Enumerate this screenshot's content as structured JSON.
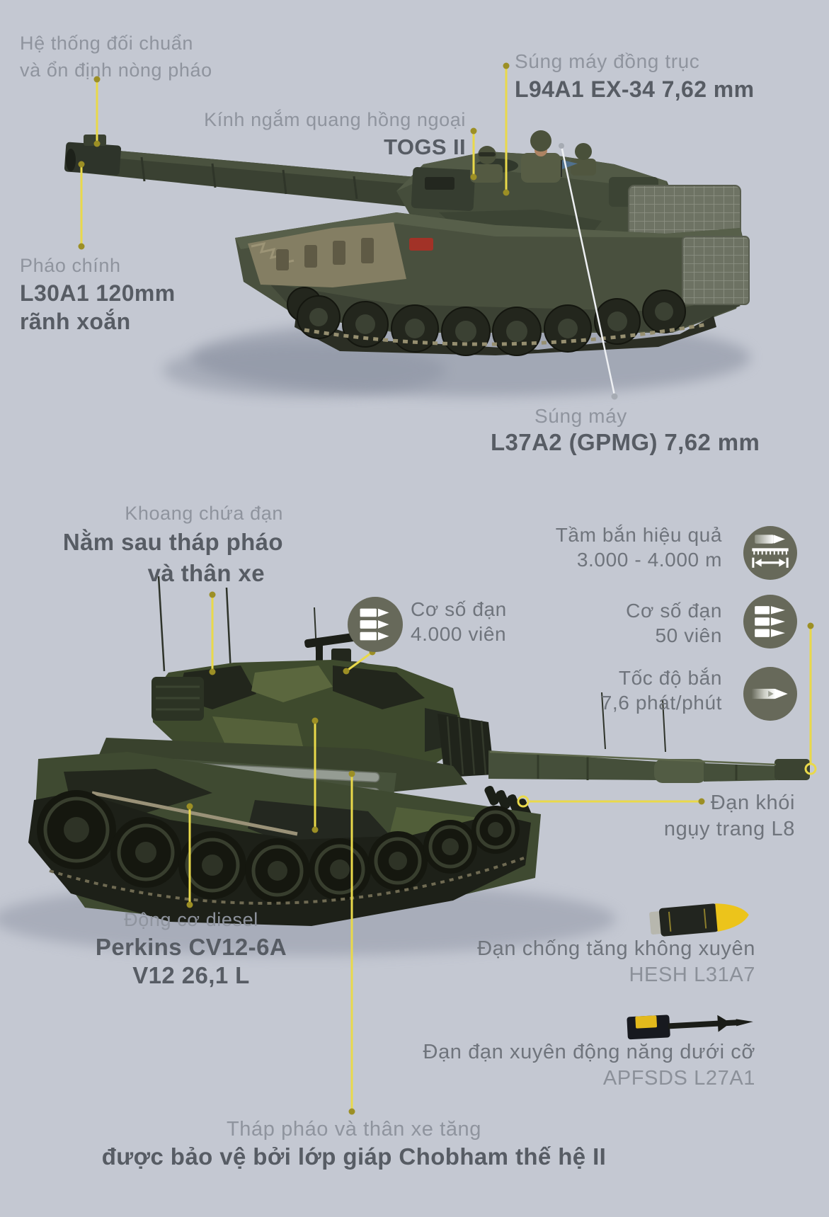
{
  "top_section": {
    "stabilizer": {
      "line1": "Hệ thống đối chuẩn",
      "line2": "và ổn định nòng pháo"
    },
    "coax_mg": {
      "title": "Súng máy đồng trục",
      "value": "L94A1 EX-34 7,62 mm"
    },
    "thermal_sight": {
      "title": "Kính ngắm quang hồng ngoại",
      "value": "TOGS II"
    },
    "main_gun": {
      "title": "Pháo chính",
      "value_line1": "L30A1 120mm",
      "value_line2": "rãnh xoắn"
    },
    "roof_mg": {
      "title": "Súng máy",
      "value": "L37A2 (GPMG) 7,62 mm"
    }
  },
  "bottom_section": {
    "ammo_storage": {
      "title": "Khoang chứa đạn",
      "value_line1": "Nằm sau tháp pháo",
      "value_line2": "và thân xe"
    },
    "effective_range": {
      "label": "Tầm bắn hiệu quả",
      "value": "3.000 - 4.000 m"
    },
    "mg_ammo": {
      "label": "Cơ số đạn",
      "value": "4.000 viên"
    },
    "main_ammo": {
      "label": "Cơ số đạn",
      "value": "50 viên"
    },
    "rate_of_fire": {
      "label": "Tốc độ bắn",
      "value": "7,6 phát/phút"
    },
    "smoke": {
      "line1": "Đạn khói",
      "line2": "ngụy trang L8"
    },
    "engine": {
      "title": "Động cơ diesel",
      "value_line1": "Perkins CV12-6A",
      "value_line2": "V12 26,1 L"
    },
    "hesh": {
      "line1": "Đạn chống tăng không xuyên",
      "line2": "HESH L31A7"
    },
    "apfsds": {
      "line1": "Đạn đạn xuyên động năng dưới cỡ",
      "line2": "APFSDS L27A1"
    },
    "armor": {
      "line1": "Tháp pháo và thân xe tăng",
      "line2": "được bảo vệ bởi lớp giáp Chobham thế hệ II"
    }
  },
  "icons": {
    "range_icon": "bullet-range-icon",
    "mg_ammo_icon": "bullets-stack-icon",
    "main_ammo_icon": "shells-stack-icon",
    "rate_icon": "bullet-speed-icon"
  },
  "colors": {
    "background": "#c4c8d2",
    "label_light": "#8f949e",
    "label_dark": "#575c64",
    "stat_text": "#6f747c",
    "accent_yellow": "#e9d94a",
    "white_line": "#eef0f3",
    "icon_circle": "#67695a",
    "hesh_nose_yellow": "#ecc41b",
    "sabot_yellow": "#e3b91c"
  }
}
